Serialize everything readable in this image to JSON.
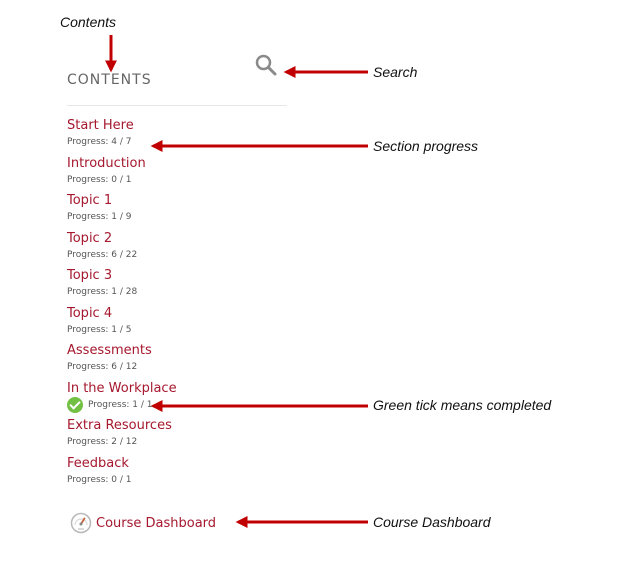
{
  "annotations": {
    "contents": "Contents",
    "search": "Search",
    "section_progress": "Section progress",
    "completed": "Green tick means completed",
    "dashboard": "Course Dashboard"
  },
  "panel": {
    "heading": "CONTENTS",
    "search_icon": "search-icon",
    "sections": [
      {
        "title": "Start Here",
        "progress": "Progress: 4 / 7",
        "completed": false
      },
      {
        "title": "Introduction",
        "progress": "Progress: 0 / 1",
        "completed": false
      },
      {
        "title": "Topic 1",
        "progress": "Progress: 1 / 9",
        "completed": false
      },
      {
        "title": "Topic 2",
        "progress": "Progress: 6 / 22",
        "completed": false
      },
      {
        "title": "Topic 3",
        "progress": "Progress: 1 / 28",
        "completed": false
      },
      {
        "title": "Topic 4",
        "progress": "Progress: 1 / 5",
        "completed": false
      },
      {
        "title": "Assessments",
        "progress": "Progress: 6 / 12",
        "completed": false
      },
      {
        "title": "In the Workplace",
        "progress": "Progress: 1 / 1",
        "completed": true
      },
      {
        "title": "Extra Resources",
        "progress": "Progress: 2 / 12",
        "completed": false
      },
      {
        "title": "Feedback",
        "progress": "Progress: 0 / 1",
        "completed": false
      }
    ],
    "dashboard_label": "Course Dashboard"
  },
  "colors": {
    "link": "#a5182e",
    "tick": "#72c043",
    "arrow": "#c00000"
  }
}
